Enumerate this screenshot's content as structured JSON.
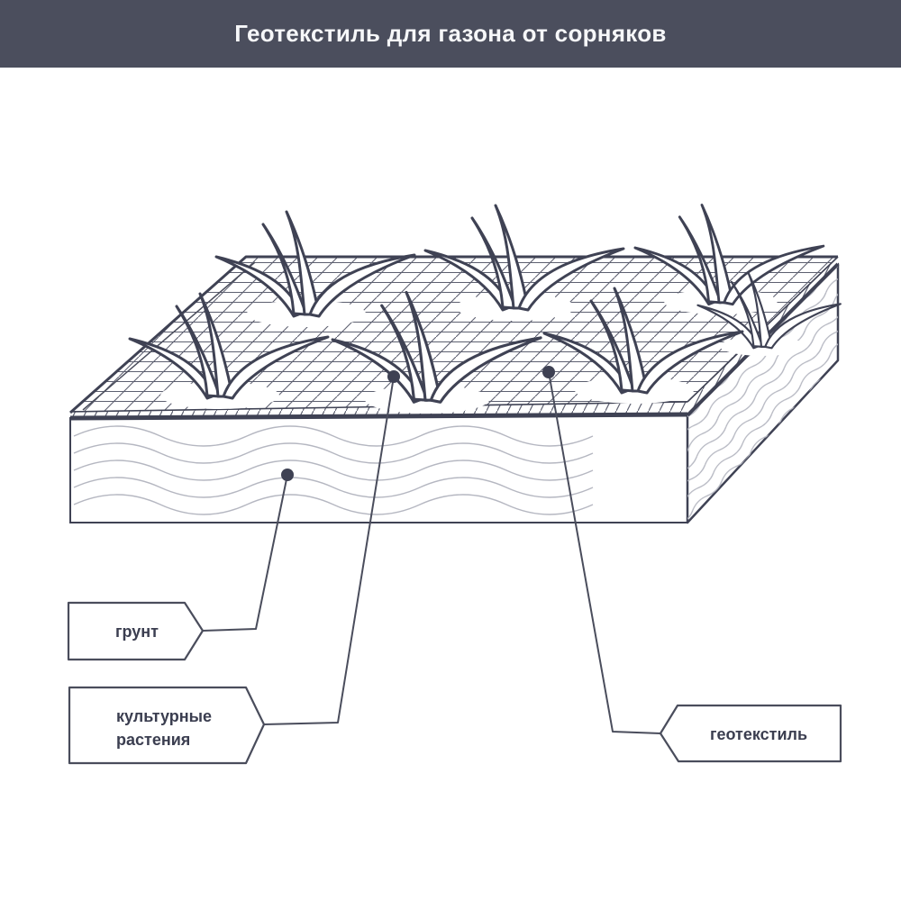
{
  "header": {
    "title": "Геотекстиль для газона от сорняков",
    "bg_color": "#4b4e5d",
    "text_color": "#f6f7f9"
  },
  "illustration": {
    "description": "isometric soil block covered by geotextile mesh with lawn grass tufts growing through holes",
    "outline_color": "#3f4254",
    "mesh_line_color": "#5d6070",
    "wave_line_color": "#b5b7c1",
    "surface_fill": "#ffffff"
  },
  "callouts": [
    {
      "label": "грунт",
      "lines": [
        "грунт"
      ],
      "points_to": "soil layer (wavy front face)"
    },
    {
      "label": "культурные растения",
      "lines": [
        "культурные",
        "растения"
      ],
      "points_to": "grass blade"
    },
    {
      "label": "геотекстиль",
      "lines": [
        "геотекстиль"
      ],
      "points_to": "mesh top surface"
    }
  ]
}
